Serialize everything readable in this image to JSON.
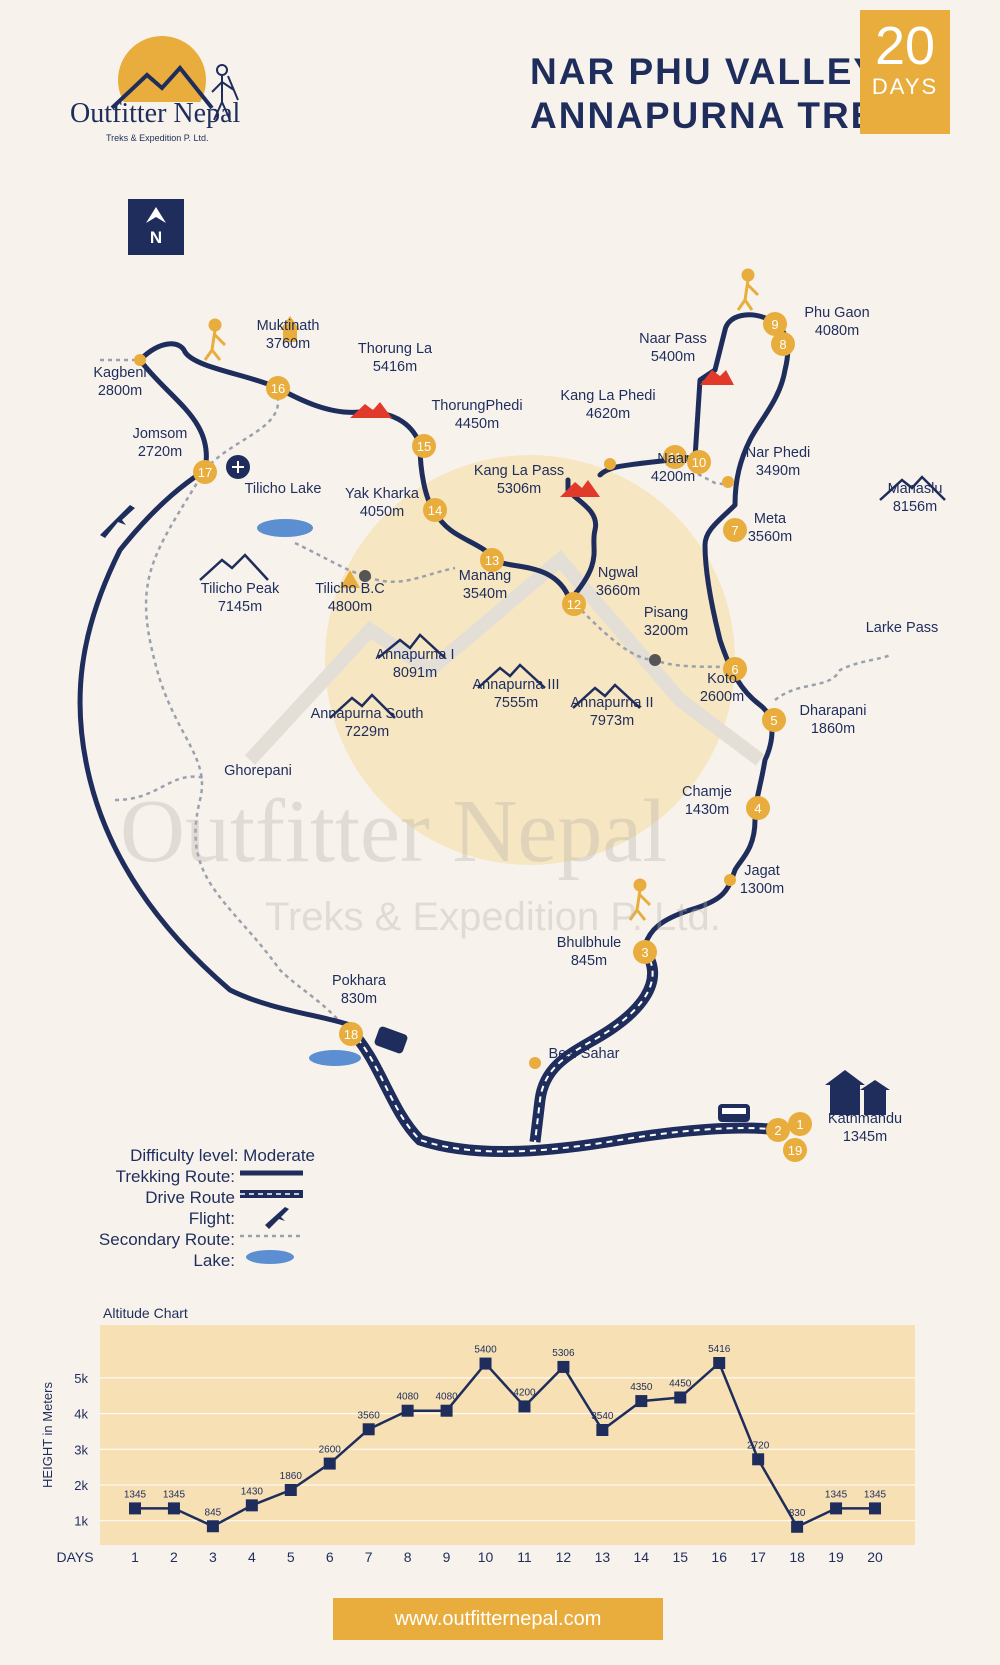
{
  "brand": {
    "name": "Outfitter Nepal",
    "tagline": "Treks & Expedition P. Ltd.",
    "website": "www.outfitternepal.com"
  },
  "title": {
    "line1": "NAR PHU VALLEY",
    "line2": "ANNAPURNA TREK"
  },
  "days_badge": {
    "number": "20",
    "label": "DAYS"
  },
  "north": "N",
  "colors": {
    "navy": "#1f2d5c",
    "gold": "#e8ad3c",
    "sun": "#f6e6c2",
    "bg": "#f7f3ec",
    "lake": "#5b8fd1",
    "pass": "#e23a2a"
  },
  "places": [
    {
      "id": "kagbeni",
      "name": "Kagbeni",
      "alt": "2800m"
    },
    {
      "id": "muktinath",
      "name": "Muktinath",
      "alt": "3760m"
    },
    {
      "id": "thorung-la",
      "name": "Thorung La",
      "alt": "5416m"
    },
    {
      "id": "thorung-phedi",
      "name": "ThorungPhedi",
      "alt": "4450m"
    },
    {
      "id": "jomsom",
      "name": "Jomsom",
      "alt": "2720m"
    },
    {
      "id": "tilicho-lake",
      "name": "Tilicho Lake",
      "alt": ""
    },
    {
      "id": "yak-kharka",
      "name": "Yak Kharka",
      "alt": "4050m"
    },
    {
      "id": "kang-la-pass",
      "name": "Kang La Pass",
      "alt": "5306m"
    },
    {
      "id": "kang-la-phedi",
      "name": "Kang La Phedi",
      "alt": "4620m"
    },
    {
      "id": "naar-pass",
      "name": "Naar Pass",
      "alt": "5400m"
    },
    {
      "id": "phu-gaon",
      "name": "Phu Gaon",
      "alt": "4080m"
    },
    {
      "id": "naar",
      "name": "Naar",
      "alt": "4200m"
    },
    {
      "id": "nar-phedi",
      "name": "Nar Phedi",
      "alt": "3490m"
    },
    {
      "id": "manaslu",
      "name": "Manaslu",
      "alt": "8156m"
    },
    {
      "id": "meta",
      "name": "Meta",
      "alt": "3560m"
    },
    {
      "id": "tilicho-peak",
      "name": "Tilicho Peak",
      "alt": "7145m"
    },
    {
      "id": "tilicho-bc",
      "name": "Tilicho B.C",
      "alt": "4800m"
    },
    {
      "id": "manang",
      "name": "Manang",
      "alt": "3540m"
    },
    {
      "id": "ngwal",
      "name": "Ngwal",
      "alt": "3660m"
    },
    {
      "id": "pisang",
      "name": "Pisang",
      "alt": "3200m"
    },
    {
      "id": "annapurna-1",
      "name": "Annapurna I",
      "alt": "8091m"
    },
    {
      "id": "annapurna-3",
      "name": "Annapurna III",
      "alt": "7555m"
    },
    {
      "id": "annapurna-2",
      "name": "Annapurna II",
      "alt": "7973m"
    },
    {
      "id": "annapurna-south",
      "name": "Annapurna South",
      "alt": "7229m"
    },
    {
      "id": "larke-pass",
      "name": "Larke Pass",
      "alt": ""
    },
    {
      "id": "koto",
      "name": "Koto",
      "alt": "2600m"
    },
    {
      "id": "dharapani",
      "name": "Dharapani",
      "alt": "1860m"
    },
    {
      "id": "ghorepani",
      "name": "Ghorepani",
      "alt": ""
    },
    {
      "id": "chamje",
      "name": "Chamje",
      "alt": "1430m"
    },
    {
      "id": "jagat",
      "name": "Jagat",
      "alt": "1300m"
    },
    {
      "id": "bhulbhule",
      "name": "Bhulbhule",
      "alt": "845m"
    },
    {
      "id": "pokhara",
      "name": "Pokhara",
      "alt": "830m"
    },
    {
      "id": "besi-sahar",
      "name": "Besi Sahar",
      "alt": ""
    },
    {
      "id": "kathmandu",
      "name": "Kathmandu",
      "alt": "1345m"
    }
  ],
  "stops": [
    "1",
    "2",
    "3",
    "4",
    "5",
    "6",
    "7",
    "8",
    "9",
    "10",
    "11",
    "12",
    "13",
    "14",
    "15",
    "16",
    "17",
    "18",
    "19"
  ],
  "legend": {
    "difficulty": "Difficulty level: Moderate",
    "trekking": "Trekking Route:",
    "drive": "Drive Route",
    "flight": "Flight:",
    "secondary": "Secondary Route:",
    "lake": "Lake:"
  },
  "watermark": {
    "line1": "Outfitter Nepal",
    "line2": "Treks & Expedition P. Ltd."
  },
  "chart_data": {
    "type": "line",
    "title": "Altitude Chart",
    "xlabel": "DAYS",
    "ylabel": "HEIGHT in Meters",
    "x": [
      1,
      2,
      3,
      4,
      5,
      6,
      7,
      8,
      9,
      10,
      11,
      12,
      13,
      14,
      15,
      16,
      17,
      18,
      19,
      20
    ],
    "series": [
      {
        "values": [
          1345,
          1345,
          845,
          1430,
          1860,
          2600,
          3560,
          4080,
          4080,
          5400,
          4200,
          5306,
          3540,
          4350,
          4450,
          5416,
          2720,
          830,
          1345,
          1345
        ]
      }
    ],
    "yticks": [
      "1k",
      "2k",
      "3k",
      "4k",
      "5k"
    ],
    "ylim": [
      600,
      6200
    ],
    "grid": true
  }
}
